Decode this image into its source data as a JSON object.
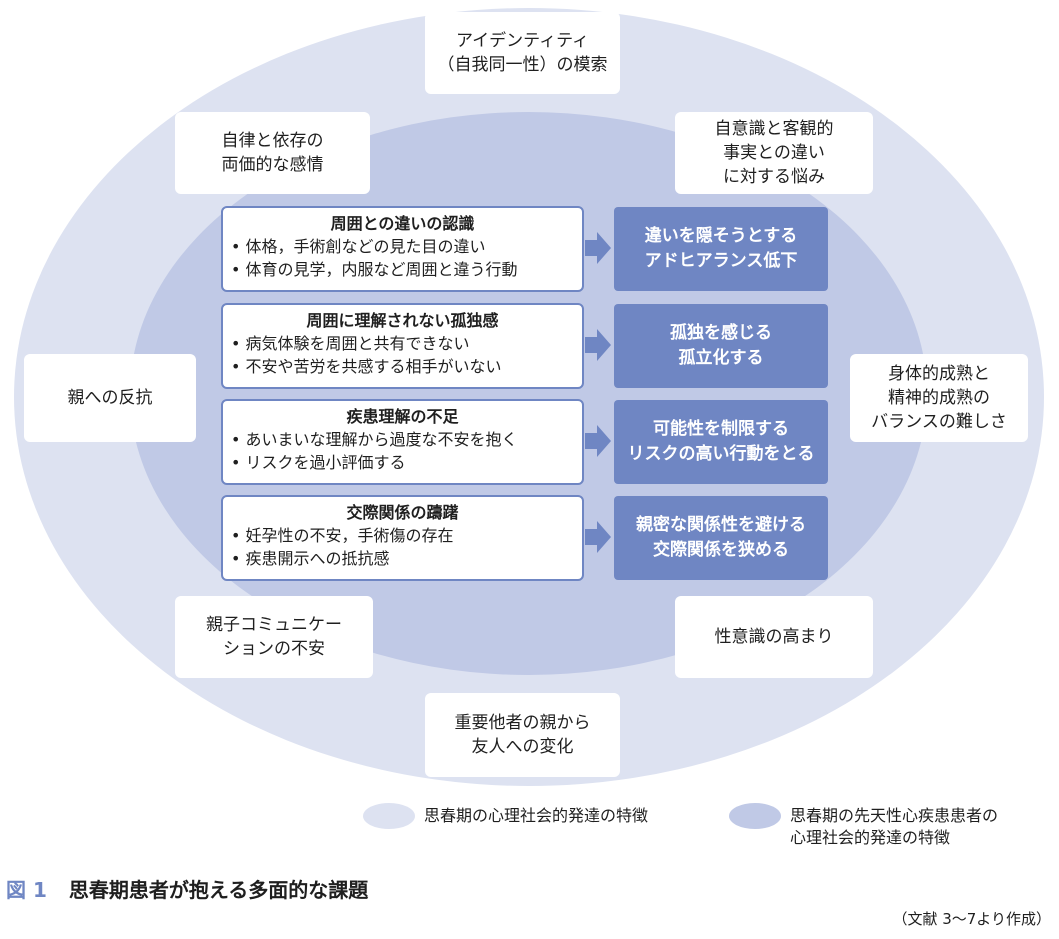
{
  "outer_traits": {
    "identity": [
      "アイデンティティ",
      "（自我同一性）の模索"
    ],
    "autonomy": [
      "自律と依存の",
      "両価的な感情"
    ],
    "self_awareness": [
      "自意識と客観的",
      "事実との違い",
      "に対する悩み"
    ],
    "rebellion": [
      "親への反抗"
    ],
    "physical_mental": [
      "身体的成熟と",
      "精神的成熟の",
      "バランスの難しさ"
    ],
    "parent_child": [
      "親子コミュニケー",
      "ションの不安"
    ],
    "sexual_awareness": [
      "性意識の高まり"
    ],
    "significant_other": [
      "重要他者の親から",
      "友人への変化"
    ]
  },
  "issues": [
    {
      "title": "周囲との違いの認識",
      "bullets": [
        "• 体格，手術創などの見た目の違い",
        "• 体育の見学，内服など周囲と違う行動"
      ],
      "result": [
        "違いを隠そうとする",
        "アドヒアランス低下"
      ]
    },
    {
      "title": "周囲に理解されない孤独感",
      "bullets": [
        "• 病気体験を周囲と共有できない",
        "• 不安や苦労を共感する相手がいない"
      ],
      "result": [
        "孤独を感じる",
        "孤立化する"
      ]
    },
    {
      "title": "疾患理解の不足",
      "bullets": [
        "• あいまいな理解から過度な不安を抱く",
        "• リスクを過小評価する"
      ],
      "result": [
        "可能性を制限する",
        "リスクの高い行動をとる"
      ]
    },
    {
      "title": "交際関係の躊躇",
      "bullets": [
        "• 妊孕性の不安，手術傷の存在",
        "• 疾患開示への抵抗感"
      ],
      "result": [
        "親密な関係性を避ける",
        "交際関係を狭める"
      ]
    }
  ],
  "legend": {
    "general": [
      "思春期の心理社会的発達の特徴"
    ],
    "chd": [
      "思春期の先天性心疾患患者の",
      "心理社会的発達の特徴"
    ]
  },
  "caption": {
    "number": "図 1",
    "title": "思春期患者が抱える多面的な課題"
  },
  "source": "（文献 3〜7より作成）",
  "colors": {
    "outer_ellipse": "#dde2f1",
    "inner_ellipse": "#c0c9e6",
    "accent": "#6f86c3"
  }
}
